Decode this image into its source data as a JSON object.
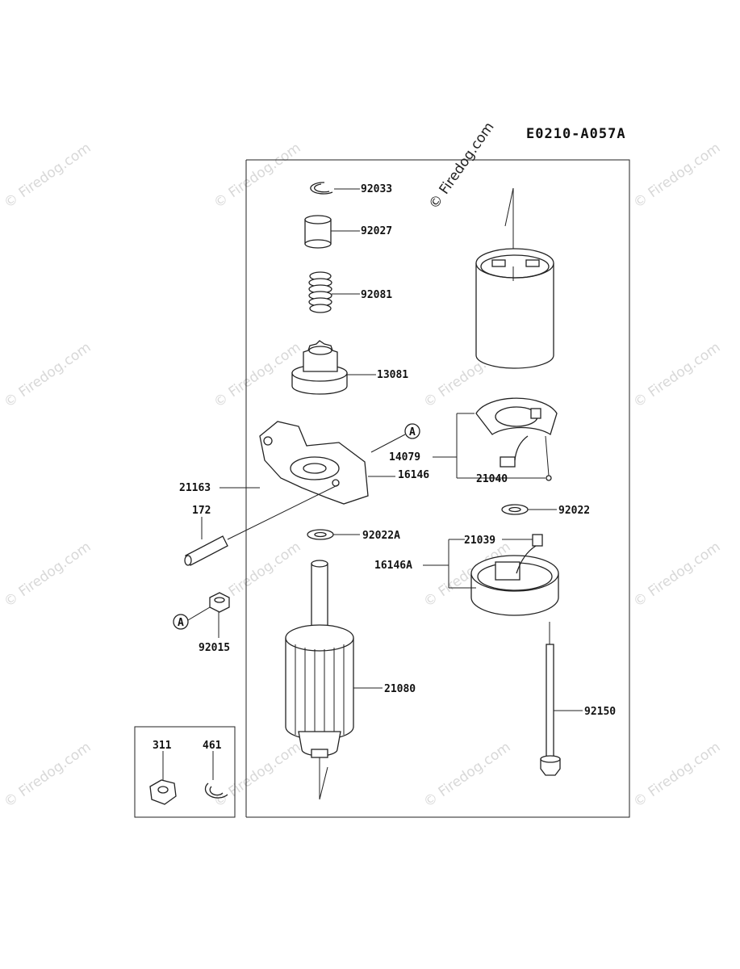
{
  "diagram_code": "E0210-A057A",
  "watermark": "© Firedog.com",
  "callout_ref": "A",
  "parts": {
    "p92033": "92033",
    "p92027": "92027",
    "p92081": "92081",
    "p13081": "13081",
    "p14079": "14079",
    "p16146": "16146",
    "p21040": "21040",
    "p21163": "21163",
    "p172": "172",
    "p92022": "92022",
    "p92022A": "92022A",
    "p21039": "21039",
    "p16146A": "16146A",
    "p92015": "92015",
    "p21080": "21080",
    "p92150": "92150",
    "p311": "311",
    "p461": "461"
  }
}
